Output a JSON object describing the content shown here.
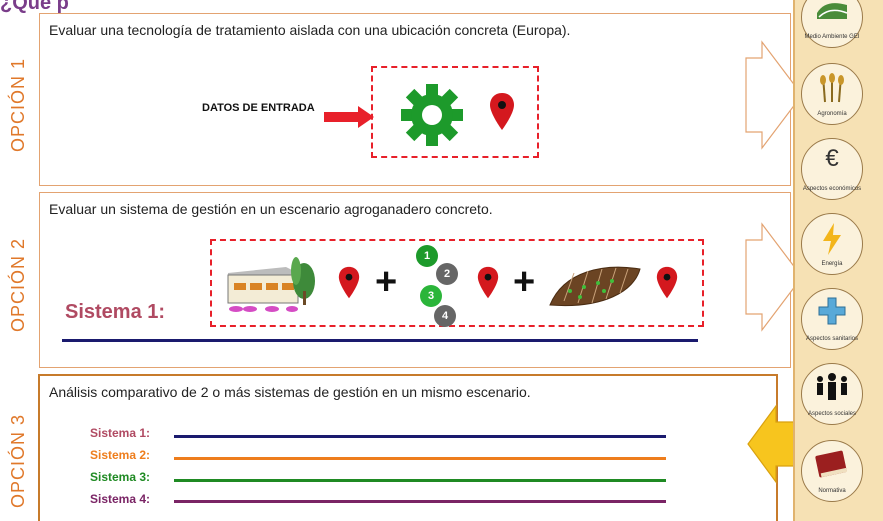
{
  "header": {
    "partial_title": "¿Qué p"
  },
  "options": [
    {
      "label": "OPCIÓN 1",
      "description": "Evaluar una tecnología de tratamiento aislada con una ubicación concreta (Europa).",
      "input_label": "DATOS DE ENTRADA"
    },
    {
      "label": "OPCIÓN 2",
      "description": "Evaluar un sistema de gestión en un escenario agroganadero concreto.",
      "system_label": "Sistema 1:",
      "plus": "+",
      "gear_numbers": [
        "1",
        "2",
        "3",
        "4"
      ]
    },
    {
      "label": "OPCIÓN 3",
      "description": "Análisis comparativo de 2 o más sistemas de gestión en un mismo escenario.",
      "systems": [
        {
          "name": "Sistema 1:",
          "color": "#1a1a6e"
        },
        {
          "name": "Sistema 2:",
          "color": "#ee7d1c"
        },
        {
          "name": "Sistema 3:",
          "color": "#1f8a23"
        },
        {
          "name": "Sistema 4:",
          "color": "#7a2465"
        }
      ]
    }
  ],
  "categories": [
    {
      "label": "Medio Ambiente GEI",
      "icon": "landscape-icon"
    },
    {
      "label": "Agronomía",
      "icon": "wheat-icon"
    },
    {
      "label": "Aspectos económicos",
      "icon": "euro-icon",
      "symbol": "€"
    },
    {
      "label": "Energía",
      "icon": "lightning-icon"
    },
    {
      "label": "Aspectos sanitarios",
      "icon": "medical-cross-icon"
    },
    {
      "label": "Aspectos sociales",
      "icon": "people-icon"
    },
    {
      "label": "Normativa",
      "icon": "book-icon"
    }
  ],
  "colors": {
    "orange": "#e0782a",
    "red": "#e8202a",
    "green": "#1d9a2b",
    "navy": "#1a1a6e"
  }
}
